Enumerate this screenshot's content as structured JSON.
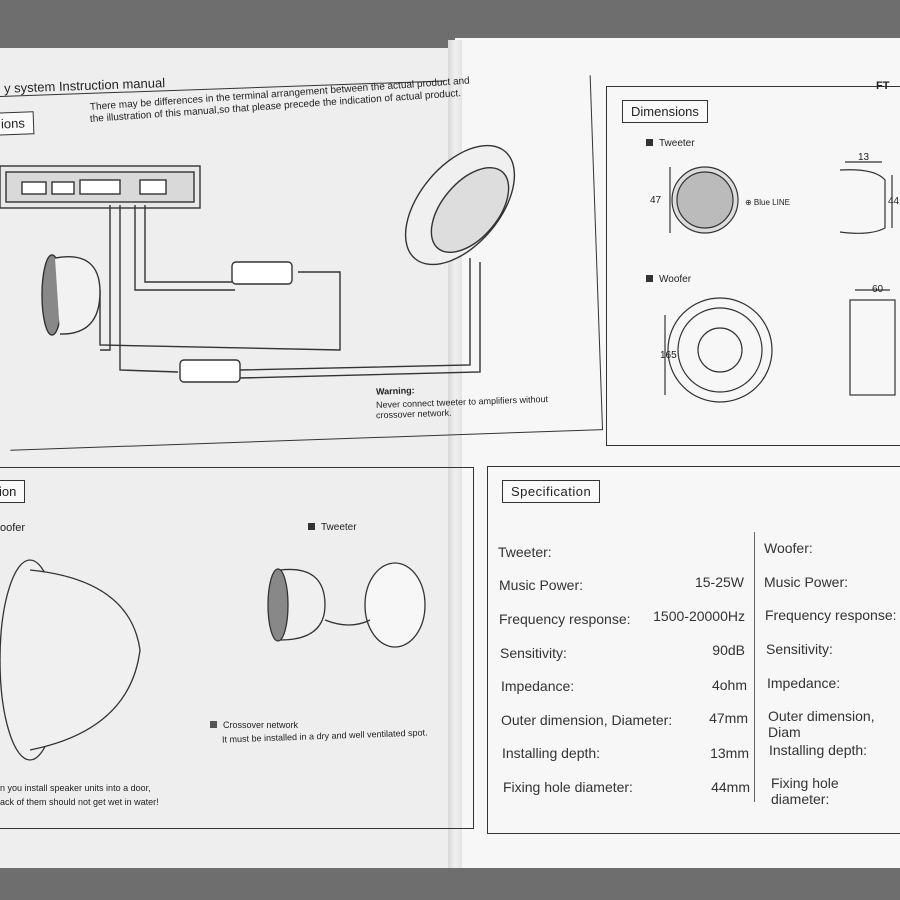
{
  "header": {
    "title": "y system Instruction manual",
    "page_code": "FT"
  },
  "connection_section": {
    "label": "ions",
    "note_line1": "There may be differences in the terminal arrangement between the actual product and",
    "note_line2": "the illustration of this manual,so that please precede the indication of actual product.",
    "warning_title": "Warning:",
    "warning_line1": "Never connect tweeter to amplifiers without",
    "warning_line2": "crossover network."
  },
  "dimensions": {
    "label": "Dimensions",
    "tweeter_label": "Tweeter",
    "tweeter_dia": "47",
    "tweeter_depth": "13",
    "tweeter_hole": "44",
    "blue_line": "⊕ Blue LINE",
    "woofer_label": "Woofer",
    "woofer_dia": "165",
    "woofer_depth": "60"
  },
  "installation": {
    "label": "ion",
    "woofer_label": "oofer",
    "tweeter_label": "Tweeter",
    "crossover_title": "Crossover network",
    "crossover_note": "It must  be installed in a dry and well ventilated spot.",
    "door_note1": "n  you  install speaker units into a door,",
    "door_note2": "ack of them should not get wet in water!"
  },
  "specification": {
    "label": "Specification",
    "tweeter_heading": "Tweeter:",
    "woofer_heading": "Woofer:",
    "rows": [
      {
        "label": "Music Power:",
        "value": "15-25W",
        "woofer_label": "Music Power:"
      },
      {
        "label": "Frequency response:",
        "value": "1500-20000Hz",
        "woofer_label": "Frequency response:"
      },
      {
        "label": "Sensitivity:",
        "value": "90dB",
        "woofer_label": "Sensitivity:"
      },
      {
        "label": "Impedance:",
        "value": "4ohm",
        "woofer_label": "Impedance:"
      },
      {
        "label": "Outer dimension, Diameter:",
        "value": "47mm",
        "woofer_label": "Outer dimension, Diam"
      },
      {
        "label": "Installing depth:",
        "value": "13mm",
        "woofer_label": "Installing depth:"
      },
      {
        "label": "Fixing hole diameter:",
        "value": "44mm",
        "woofer_label": "Fixing hole diameter:"
      }
    ]
  }
}
